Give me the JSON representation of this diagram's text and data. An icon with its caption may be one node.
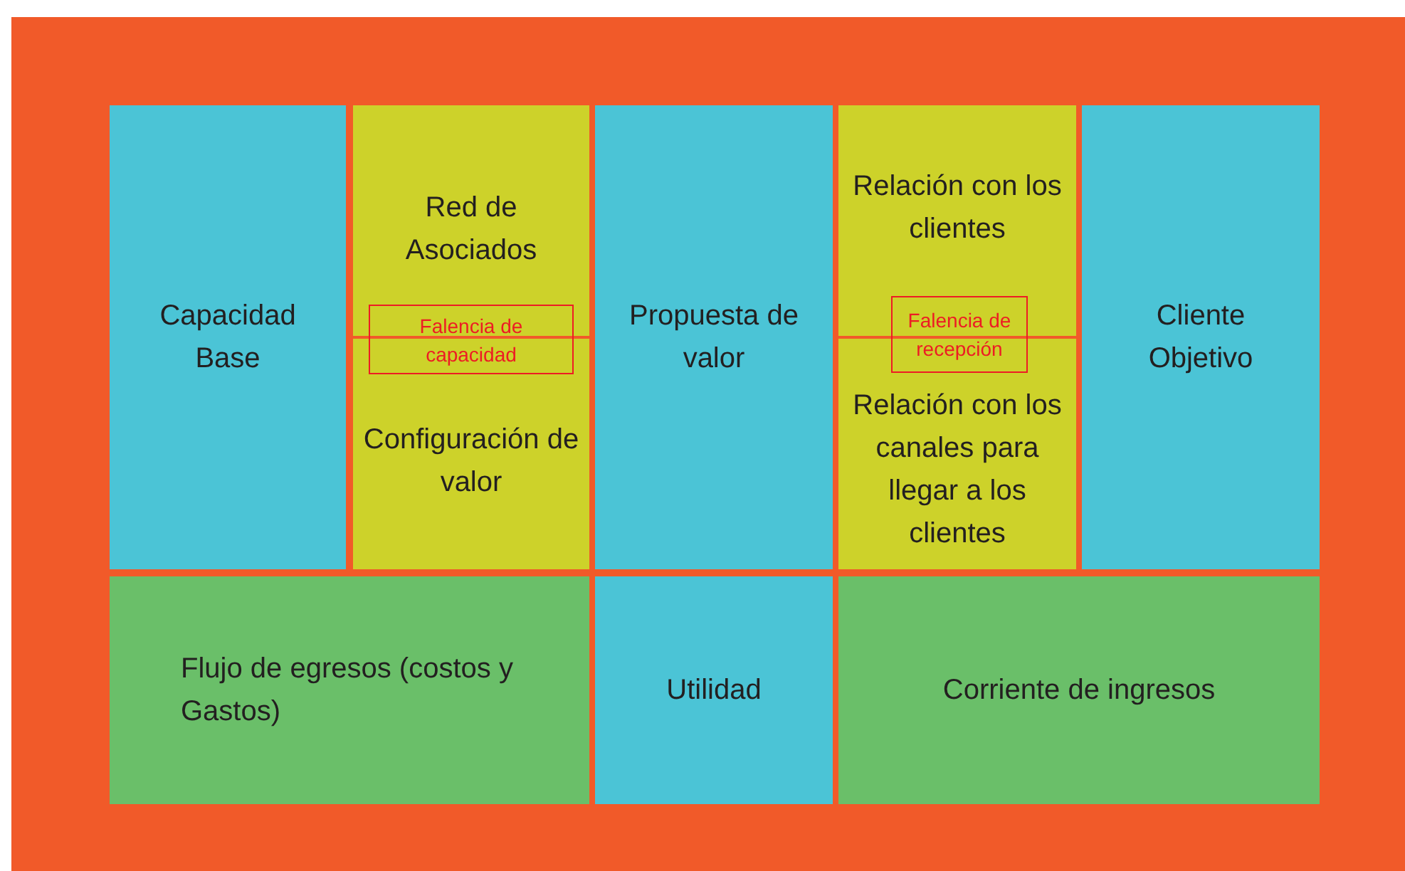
{
  "diagram": {
    "nodes": [
      {
        "text": [
          "Capacidad Base"
        ]
      },
      {
        "text": [
          "Red de Asociados"
        ]
      },
      {
        "text": [
          "Configuración de valor"
        ]
      },
      {
        "text": [
          "Falencia de capacidad"
        ]
      },
      {
        "text": [
          "Propuesta de valor"
        ]
      },
      {
        "text": [
          "Relación con los clientes"
        ]
      },
      {
        "text": [
          "Relación con los canales para llegar a los clientes"
        ]
      },
      {
        "text": [
          "Falencia de recepción"
        ]
      },
      {
        "text": [
          "Cliente Objetivo"
        ]
      },
      {
        "text": [
          "Flujo de egresos (costos y Gastos)"
        ]
      },
      {
        "text": [
          "Utilidad"
        ]
      },
      {
        "text": [
          "Corriente de ingresos"
        ]
      }
    ],
    "edges": []
  }
}
